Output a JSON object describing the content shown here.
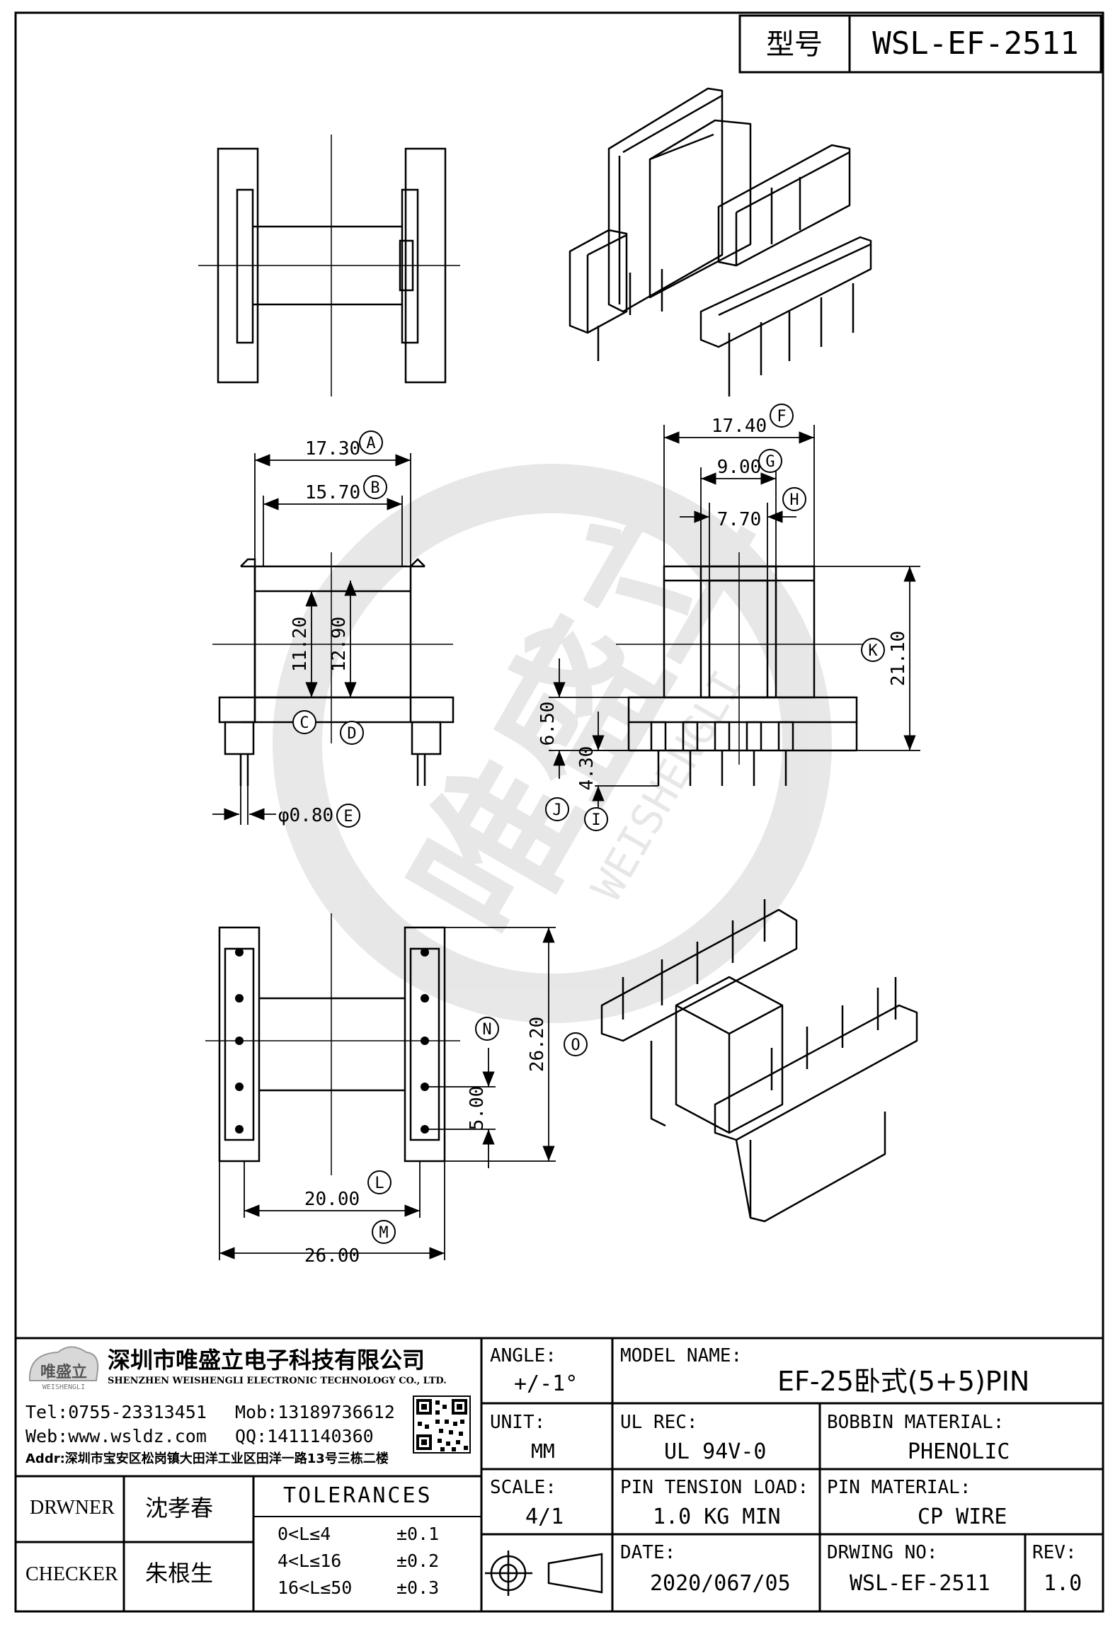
{
  "header": {
    "label": "型号",
    "model": "WSL-EF-2511"
  },
  "dims": {
    "A": "17.30",
    "B": "15.70",
    "C": "",
    "D": "",
    "E": "φ0.80",
    "F": "17.40",
    "G": "9.00",
    "H": "7.70",
    "I": "4.30",
    "J": "6.50",
    "K": "21.10",
    "t1": "11.20",
    "t2": "12.90",
    "L": "20.00",
    "M": "26.00",
    "N": "5.00",
    "O": "26.20"
  },
  "circle_labels": [
    "A",
    "B",
    "C",
    "D",
    "E",
    "F",
    "G",
    "H",
    "I",
    "J",
    "K",
    "L",
    "M",
    "N",
    "O"
  ],
  "watermark": {
    "cn": "唯盛立",
    "en": "WEISHENGLI"
  },
  "company": {
    "logo_cn": "唯盛立",
    "logo_en": "WEISHENGLI",
    "name_cn": "深圳市唯盛立电子科技有限公司",
    "name_en": "SHENZHEN WEISHENGLI ELECTRONIC TECHNOLOGY CO., LTD.",
    "tel": "Tel:0755-23313451",
    "mob": "Mob:13189736612",
    "web": "Web:www.wsldz.com",
    "qq": "QQ:1411140360",
    "addr": "Addr:深圳市宝安区松岗镇大田洋工业区田洋一路13号三栋二楼"
  },
  "people": {
    "drawer_label": "DRWNER",
    "drawer": "沈孝春",
    "checker_label": "CHECKER",
    "checker": "朱根生"
  },
  "tolerances": {
    "title": "TOLERANCES",
    "rows": [
      {
        "range": "0<L≤4",
        "tol": "±0.1"
      },
      {
        "range": "4<L≤16",
        "tol": "±0.2"
      },
      {
        "range": "16<L≤50",
        "tol": "±0.3"
      }
    ]
  },
  "angle": {
    "label": "ANGLE:",
    "value": "+/-1°"
  },
  "unit": {
    "label": "UNIT:",
    "value": "MM"
  },
  "scale": {
    "label": "SCALE:",
    "value": "4/1"
  },
  "model_name": {
    "label": "MODEL NAME:",
    "value": "EF-25卧式(5+5)PIN"
  },
  "ul": {
    "label": "UL REC:",
    "value": "UL 94V-0"
  },
  "bobbin": {
    "label": "BOBBIN MATERIAL:",
    "value": "PHENOLIC"
  },
  "pin_tension": {
    "label": "PIN TENSION LOAD:",
    "value": "1.0 KG MIN"
  },
  "pin_material": {
    "label": "PIN MATERIAL:",
    "value": "CP WIRE"
  },
  "date": {
    "label": "DATE:",
    "value": "2020/067/05"
  },
  "drawing_no": {
    "label": "DRWING NO:",
    "value": "WSL-EF-2511"
  },
  "rev": {
    "label": "REV:",
    "value": "1.0"
  }
}
